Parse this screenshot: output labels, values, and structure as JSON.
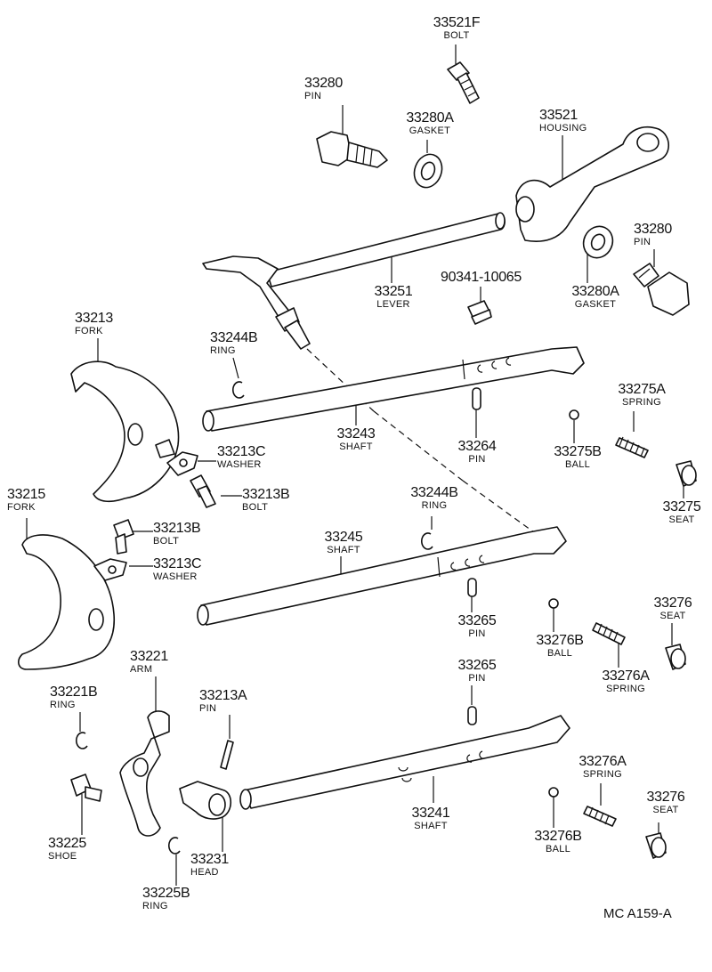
{
  "diagram": {
    "labels": {
      "p33521F": {
        "number": "33521F",
        "desc": "BOLT"
      },
      "p33280_top": {
        "number": "33280",
        "desc": "PIN"
      },
      "p33280A_top": {
        "number": "33280A",
        "desc": "GASKET"
      },
      "p33521": {
        "number": "33521",
        "desc": "HOUSING"
      },
      "p33280_right": {
        "number": "33280",
        "desc": "PIN"
      },
      "p90341": {
        "number": "90341-10065",
        "desc": ""
      },
      "p33251": {
        "number": "33251",
        "desc": "LEVER"
      },
      "p33280A_right": {
        "number": "33280A",
        "desc": "GASKET"
      },
      "p33213_fork": {
        "number": "33213",
        "desc": "FORK"
      },
      "p33244B_top": {
        "number": "33244B",
        "desc": "RING"
      },
      "p33275A": {
        "number": "33275A",
        "desc": "SPRING"
      },
      "p33243": {
        "number": "33243",
        "desc": "SHAFT"
      },
      "p33264": {
        "number": "33264",
        "desc": "PIN"
      },
      "p33275B": {
        "number": "33275B",
        "desc": "BALL"
      },
      "p33213C_top": {
        "number": "33213C",
        "desc": "WASHER"
      },
      "p33275": {
        "number": "33275",
        "desc": "SEAT"
      },
      "p33213B_top": {
        "number": "33213B",
        "desc": "BOLT"
      },
      "p33215": {
        "number": "33215",
        "desc": "FORK"
      },
      "p33244B_mid": {
        "number": "33244B",
        "desc": "RING"
      },
      "p33213B_mid": {
        "number": "33213B",
        "desc": "BOLT"
      },
      "p33245": {
        "number": "33245",
        "desc": "SHAFT"
      },
      "p33213C_mid": {
        "number": "33213C",
        "desc": "WASHER"
      },
      "p33276_top": {
        "number": "33276",
        "desc": "SEAT"
      },
      "p33265_top": {
        "number": "33265",
        "desc": "PIN"
      },
      "p33276B_top": {
        "number": "33276B",
        "desc": "BALL"
      },
      "p33221": {
        "number": "33221",
        "desc": "ARM"
      },
      "p33276A_top": {
        "number": "33276A",
        "desc": "SPRING"
      },
      "p33213A": {
        "number": "33213A",
        "desc": "PIN"
      },
      "p33265_bottom": {
        "number": "33265",
        "desc": "PIN"
      },
      "p33221B": {
        "number": "33221B",
        "desc": "RING"
      },
      "p33276A_bottom": {
        "number": "33276A",
        "desc": "SPRING"
      },
      "p33241": {
        "number": "33241",
        "desc": "SHAFT"
      },
      "p33276_bottom": {
        "number": "33276",
        "desc": "SEAT"
      },
      "p33225": {
        "number": "33225",
        "desc": "SHOE"
      },
      "p33276B_bottom": {
        "number": "33276B",
        "desc": "BALL"
      },
      "p33231": {
        "number": "33231",
        "desc": "HEAD"
      },
      "p33225B": {
        "number": "33225B",
        "desc": "RING"
      }
    },
    "footer": "MC  A159-A"
  }
}
